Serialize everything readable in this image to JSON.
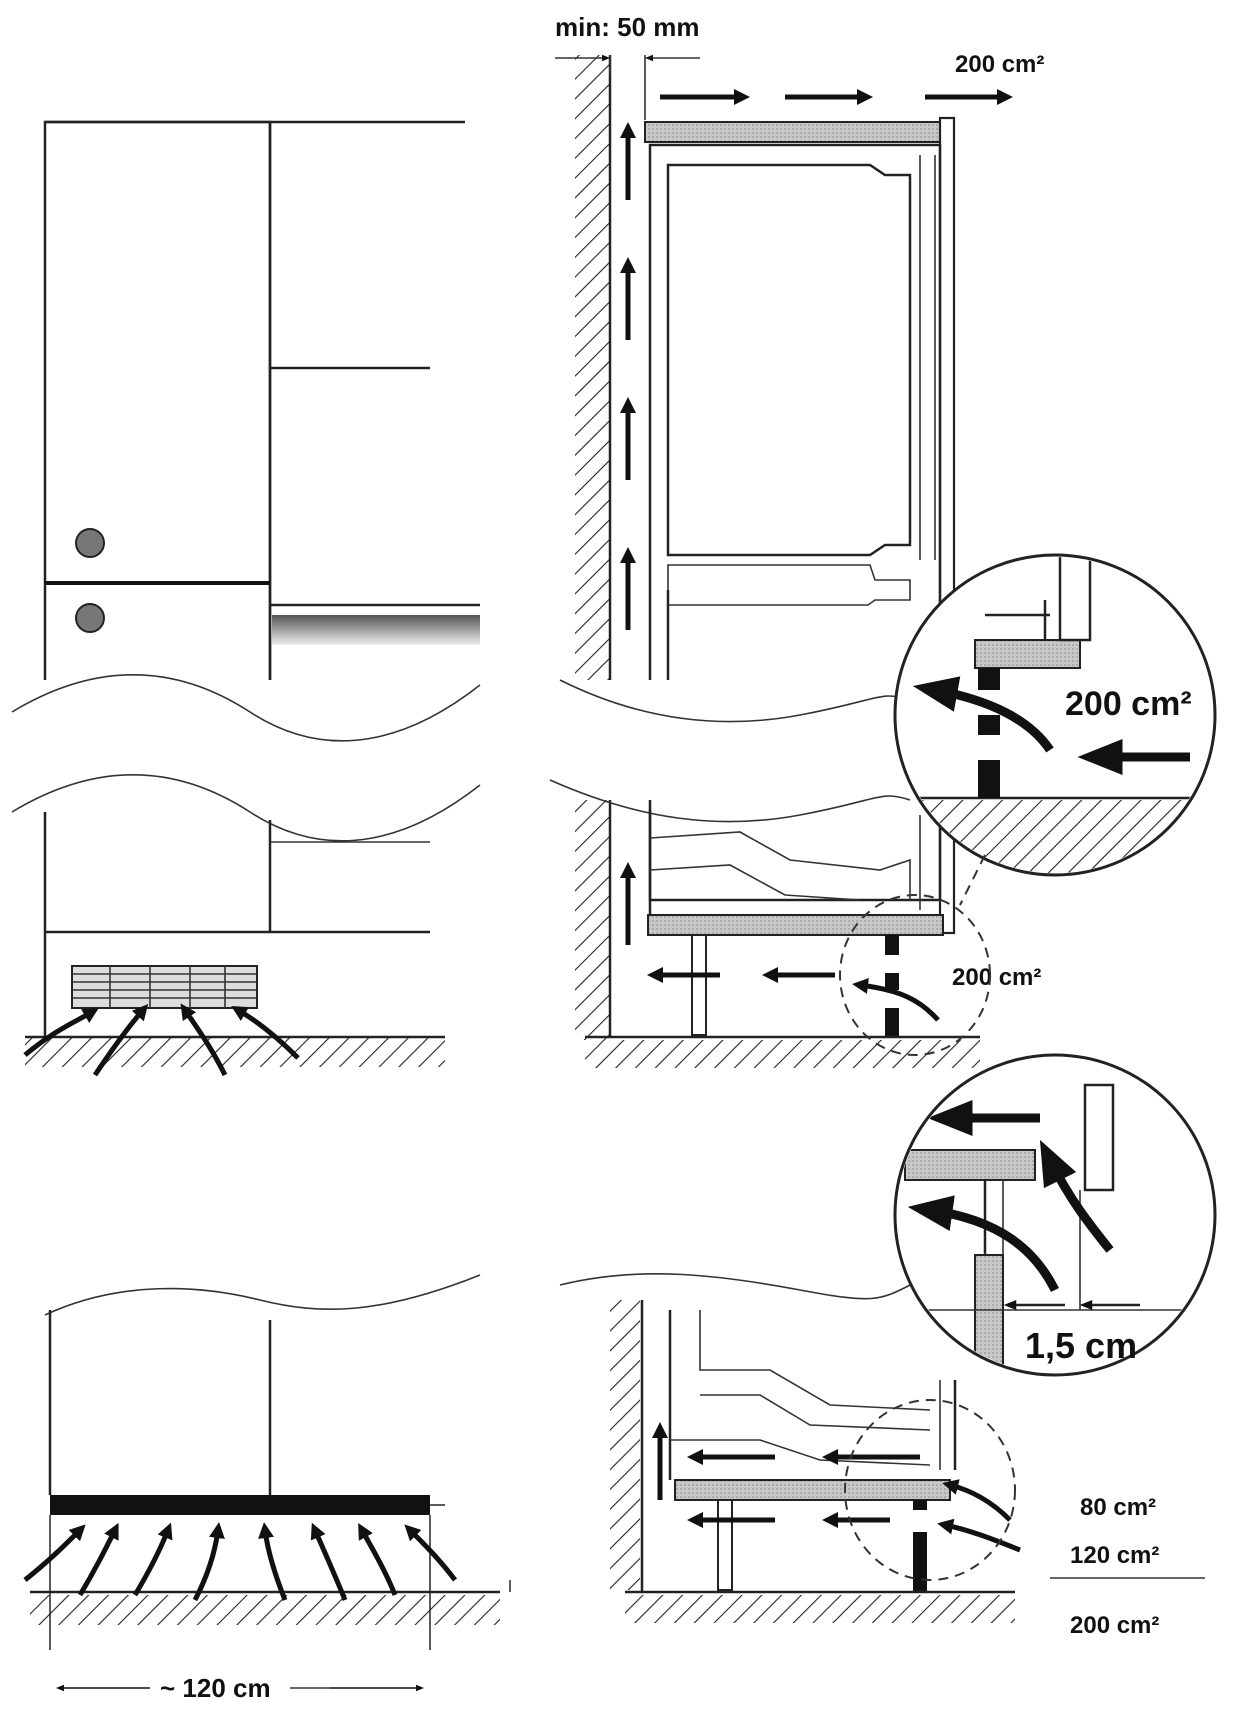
{
  "labels": {
    "min_gap": "min: 50 mm",
    "area_top": "200 cm²",
    "area_zoom_upper": "200 cm²",
    "area_bottom_front": "200 cm²",
    "gap_zoom": "1,5 cm",
    "area_80": "80 cm²",
    "area_120": "120 cm²",
    "area_total": "200 cm²",
    "width": "~ 120 cm"
  },
  "colors": {
    "line": "#222222",
    "fill_gray": "#b5b5b5",
    "arrow": "#111111"
  }
}
